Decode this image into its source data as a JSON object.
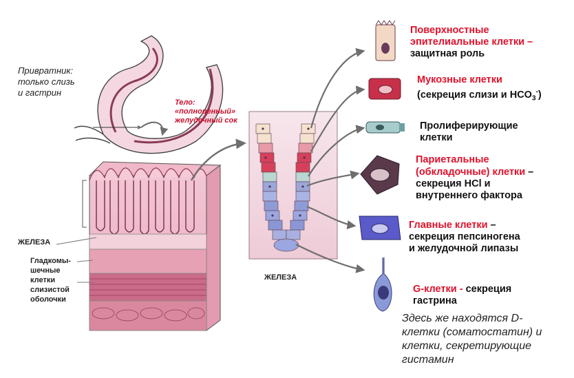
{
  "labels": {
    "pylorus": "Привратник:\nтолько слизь\nи гастрин",
    "body": "Тело:\n«полноценный»\nжелудочный сок",
    "gland_left": "ЖЕЛЕЗА",
    "smooth_muscle": "Гладкомы-\nшечные\nклетки\nслизистой\nоболочки",
    "gland_center": "ЖЕЛЕЗА"
  },
  "cells": [
    {
      "title": "Поверхностные\nэпителиальные клетки –",
      "desc": "защитная роль"
    },
    {
      "title": "Мукозные клетки",
      "desc": "(секреция слизи и HCO",
      "sub": "3",
      "sup": "-",
      "tail": ")"
    },
    {
      "title": "",
      "desc": "Пролиферирующие\nклетки"
    },
    {
      "title": "Париетальные\n(обкладочные) клетки",
      "title_tail": " –",
      "desc": "секреция HCl и\nвнутреннего фактора"
    },
    {
      "title": "Главные клетки",
      "title_tail": " –",
      "desc": "секреция пепсиногена\nи желудочной липазы"
    },
    {
      "title": "G-клетки - ",
      "title_tail": "секреция",
      "desc": "гастрина"
    }
  ],
  "note": "Здесь же находятся D-\nклетки (соматостатин) и\nклетки, секретирующие\nгистамин"
}
